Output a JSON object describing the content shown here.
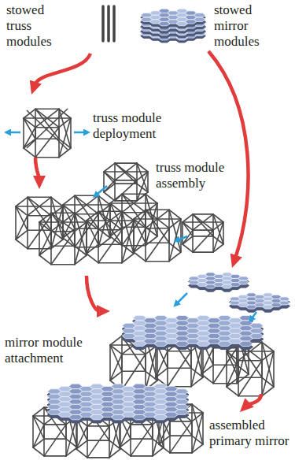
{
  "diagram": {
    "nodes": [
      {
        "text": [
          "stowed truss modules"
        ]
      },
      {
        "text": [
          "stowed mirror modules"
        ]
      },
      {
        "text": [
          "truss module deployment"
        ]
      },
      {
        "text": [
          "truss module assembly"
        ]
      },
      {
        "text": [
          "mirror module attachment"
        ]
      },
      {
        "text": [
          "assembled primary mirror"
        ]
      }
    ],
    "edges": [
      {
        "from": 0,
        "to": 2,
        "arrow": "to"
      },
      {
        "from": 2,
        "to": 3,
        "arrow": "to"
      },
      {
        "from": 3,
        "to": 4,
        "arrow": "to"
      },
      {
        "from": 1,
        "to": 4,
        "arrow": "to"
      },
      {
        "from": 4,
        "to": 5,
        "arrow": "to"
      }
    ]
  }
}
